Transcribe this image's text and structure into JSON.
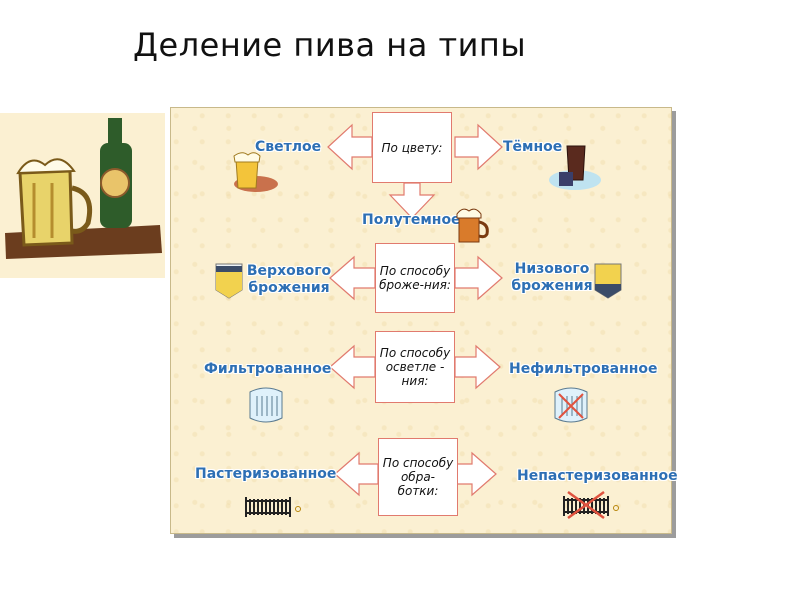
{
  "title": "Деление пива на типы",
  "icons": [
    "beer-mugs-clipart",
    "light-beer-glass-icon",
    "dark-beer-glass-icon",
    "half-dark-beer-mug-icon",
    "top-fermentation-icon",
    "bottom-fermentation-icon",
    "filter-tank-icon",
    "unfiltered-tank-icon",
    "radiator-icon",
    "crossed-radiator-icon"
  ],
  "colors": {
    "panel": "#fbf0d2",
    "box_border": "#e17a6e",
    "arrow_fill": "#ffffff",
    "label": "#2d6fb4"
  },
  "diagram": {
    "rows": [
      {
        "criterion": "По цвету:",
        "left": "Светлое",
        "right": "Тёмное",
        "bottom": "Полутемное"
      },
      {
        "criterion": "По способу броже-ния:",
        "left": "Верхового брожения",
        "right": "Низового брожения"
      },
      {
        "criterion": "По способу осветле - ния:",
        "left": "Фильтрованное",
        "right": "Нефильтрованное"
      },
      {
        "criterion": "По способу обра-ботки:",
        "left": "Пастеризованное",
        "right": "Непастеризованное"
      }
    ]
  }
}
